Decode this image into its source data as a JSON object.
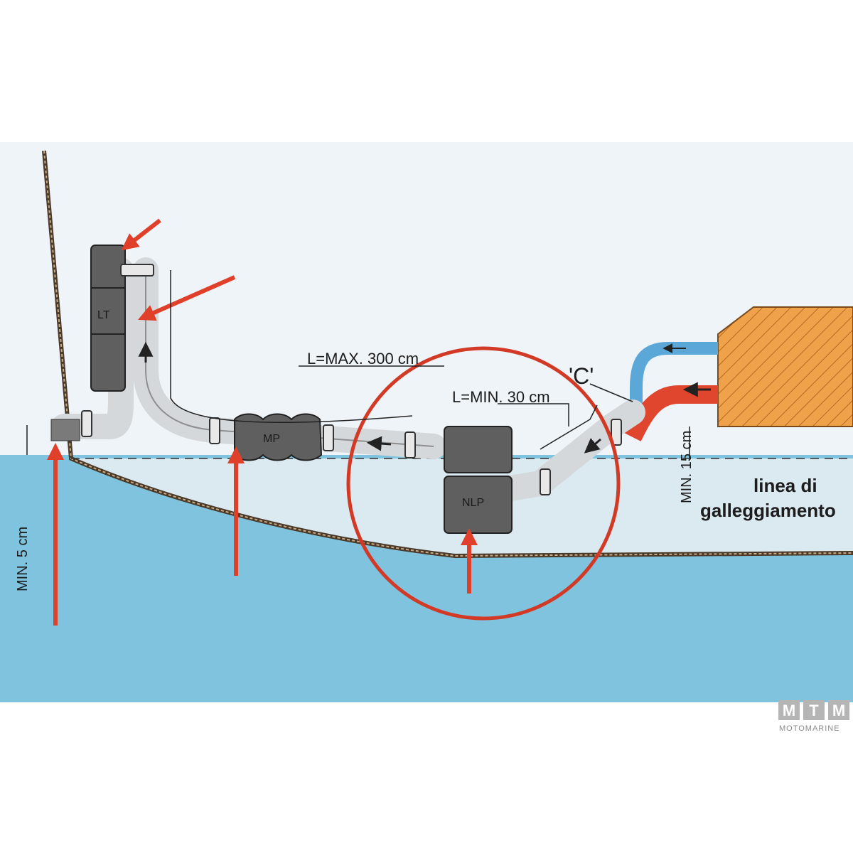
{
  "labels": {
    "max_length": "L=MAX. 300 cm",
    "min_length": "L=MIN. 30 cm",
    "c_marker": "'C'",
    "min_5": "MIN. 5 cm",
    "min_15": "MIN. 15 cm",
    "waterline_1": "linea di",
    "waterline_2": "galleggiamento"
  },
  "components": {
    "lt": "LT",
    "mp": "MP",
    "nlp": "NLP"
  },
  "logo": {
    "letters": [
      "M",
      "T",
      "M"
    ],
    "subtitle": "MOTOMARINE"
  },
  "colors": {
    "sea": "#7fc3df",
    "inner_water": "#d9e9f1",
    "hull_fill": "#e6f0f5",
    "hull_line": "#4a3a2a",
    "hose": "#d5d8db",
    "component_dark": "#5f5f60",
    "red_arrow": "#e0402a",
    "red_circle": "#d23a26",
    "engine_orange": "#f0a24a",
    "cooling_blue": "#5aa7d8",
    "exhaust_red": "#e0452d"
  }
}
